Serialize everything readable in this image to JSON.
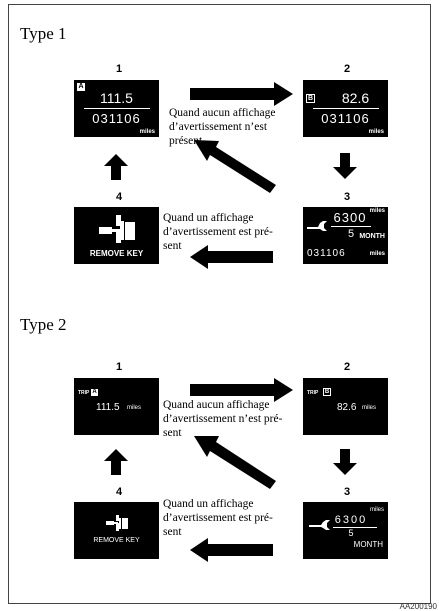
{
  "type1": {
    "title": "Type 1",
    "step_numbers": [
      "1",
      "2",
      "3",
      "4"
    ],
    "screen1": {
      "mark": "A",
      "trip": "111.5",
      "odo": "031106",
      "unit": "miles"
    },
    "screen2": {
      "mark": "B",
      "trip": "82.6",
      "odo": "031106",
      "unit": "miles"
    },
    "screen3": {
      "unit_top": "miles",
      "service_dist": "6300",
      "months": "5",
      "month_label": "MONTH",
      "odo": "031106",
      "unit_bottom": "miles"
    },
    "screen4": {
      "label": "REMOVE KEY"
    },
    "caption_no_warning": [
      "Quand aucun affichage",
      "d’avertissement n’est",
      "présent"
    ],
    "caption_warning": [
      "Quand un affichage",
      "d’avertissement est pré-",
      "sent"
    ]
  },
  "type2": {
    "title": "Type 2",
    "step_numbers": [
      "1",
      "2",
      "3",
      "4"
    ],
    "screen1": {
      "trip_label": "TRIP",
      "mark": "A",
      "value": "111.5",
      "unit": "miles"
    },
    "screen2": {
      "trip_label": "TRIP",
      "mark": "B",
      "value": "82.6",
      "unit": "miles"
    },
    "screen3": {
      "unit_top": "miles",
      "service_dist": "6300",
      "months": "5",
      "month_label": "MONTH"
    },
    "screen4": {
      "label": "REMOVE KEY"
    },
    "caption_no_warning": [
      "Quand aucun affichage",
      "d’avertissement n’est pré-",
      "sent"
    ],
    "caption_warning": [
      "Quand un affichage",
      "d’avertissement est pré-",
      "sent"
    ]
  },
  "figure_code": "AA200190"
}
